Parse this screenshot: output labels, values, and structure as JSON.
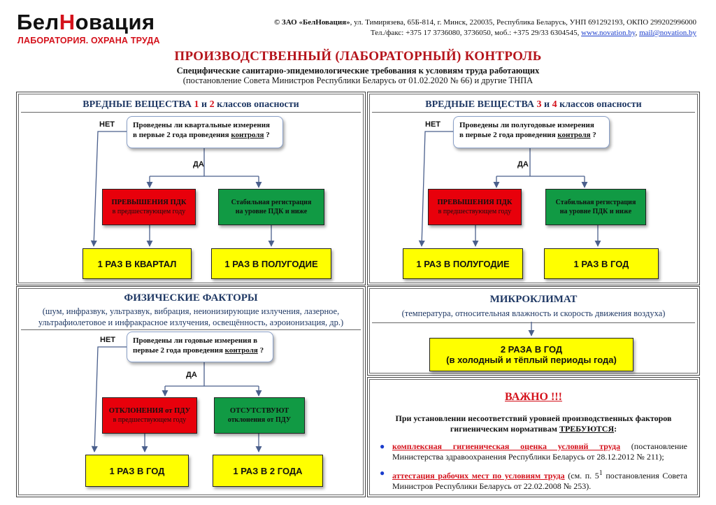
{
  "header": {
    "logo_part1": "Бел",
    "logo_part2": "Н",
    "logo_part3": "овация",
    "logo_sub": "ЛАБОРАТОРИЯ. ОХРАНА ТРУДА",
    "contacts_line1_company": "© ЗАО «БелНовация»",
    "contacts_line1_rest": ", ул. Тимирязева, 65Б-814, г. Минск, 220035, Республика Беларусь, УНП 691292193, ОКПО 299202996000",
    "contacts_line2_prefix": "Тел./факс: +375 17 3736080, 3736050, моб.: +375 29/33 6304545, ",
    "website": "www.novation.by",
    "email": "mail@novation.by",
    "main_title": "ПРОИЗВОДСТВЕННЫЙ (ЛАБОРАТОРНЫЙ) КОНТРОЛЬ",
    "subtitle": "Специфические санитарно-эпидемиологические требования к условиям труда работающих",
    "subtitle2": "(постановление Совета Министров Республики Беларусь от 01.02.2020 № 66) и другие ТНПА"
  },
  "panel1": {
    "title_a": "ВРЕДНЫЕ ВЕЩЕСТВА ",
    "title_n1": "1",
    "title_b": " и ",
    "title_n2": "2",
    "title_c": " классов опасности",
    "question_a": "Проведены ли квартальные измерения",
    "question_b": "в первые 2 года проведения ",
    "question_u": "контроля",
    "question_c": " ?",
    "no_label": "НЕТ",
    "yes_label": "ДА",
    "red_title": "ПРЕВЫШЕНИЯ ПДК",
    "red_sub": "в предшествующем году",
    "green_a": "Стабильная регистрация",
    "green_b": "на уровне ПДК и ниже",
    "result_left": "1 РАЗ В КВАРТАЛ",
    "result_right": "1 РАЗ В ПОЛУГОДИЕ"
  },
  "panel2": {
    "title_a": "ВРЕДНЫЕ ВЕЩЕСТВА ",
    "title_n1": "3",
    "title_b": " и ",
    "title_n2": "4",
    "title_c": " классов опасности",
    "question_a": "Проведены ли полугодовые измерения",
    "question_b": "в первые 2 года проведения ",
    "question_u": "контроля",
    "question_c": " ?",
    "no_label": "НЕТ",
    "yes_label": "ДА",
    "red_title": "ПРЕВЫШЕНИЯ ПДК",
    "red_sub": "в предшествующем году",
    "green_a": "Стабильная регистрация",
    "green_b": "на уровне ПДК и ниже",
    "result_left": "1 РАЗ В ПОЛУГОДИЕ",
    "result_right": "1 РАЗ В ГОД"
  },
  "panel3": {
    "title": "ФИЗИЧЕСКИЕ ФАКТОРЫ",
    "desc1": "(шум, инфразвук, ультразвук, вибрация, неионизирующие излучения, лазерное,",
    "desc2": "ультрафиолетовое и инфракрасное излучения, освещённость, аэроионизация, др.)",
    "question_a": "Проведены ли годовые измерения в",
    "question_b": "первые 2 года проведения ",
    "question_u": "контроля",
    "question_c": " ?",
    "no_label": "НЕТ",
    "yes_label": "ДА",
    "red_title": "ОТКЛОНЕНИЯ от ПДУ",
    "red_sub": "в предшествующем году",
    "green_a": "ОТСУТСТВУЮТ",
    "green_b": "отклонения от ПДУ",
    "result_left": "1 РАЗ В ГОД",
    "result_right": "1 РАЗ В 2 ГОДА"
  },
  "panel4": {
    "title": "МИКРОКЛИМАТ",
    "desc": "(температура, относительная влажность и скорость движения воздуха)",
    "result_a": "2 РАЗА В ГОД",
    "result_b": "(в холодный и тёплый периоды года)"
  },
  "important": {
    "title": "ВАЖНО !!!",
    "text_a": "При установлении несоответствий уровней производственных факторов",
    "text_b": "гигиеническим нормативам ",
    "text_u": "ТРЕБУЮТСЯ",
    "text_c": ":",
    "bullet1_link": "комплексная гигиеническая оценка условий труда",
    "bullet1_rest": " (постановление Министерства здравоохранения Республики Беларусь от 28.12.2012 № 211);",
    "bullet2_link": "аттестация рабочих мест по условиям труда",
    "bullet2_rest_a": " (см. п. 5",
    "bullet2_sup": "1",
    "bullet2_rest_b": " постановления Совета Министров Республики Беларусь от 22.02.2008 № 253)."
  },
  "colors": {
    "accent_red": "#d4111b",
    "box_red": "#e8000b",
    "box_green": "#119a44",
    "box_yellow": "#ffff00",
    "title_blue": "#1f3864"
  }
}
